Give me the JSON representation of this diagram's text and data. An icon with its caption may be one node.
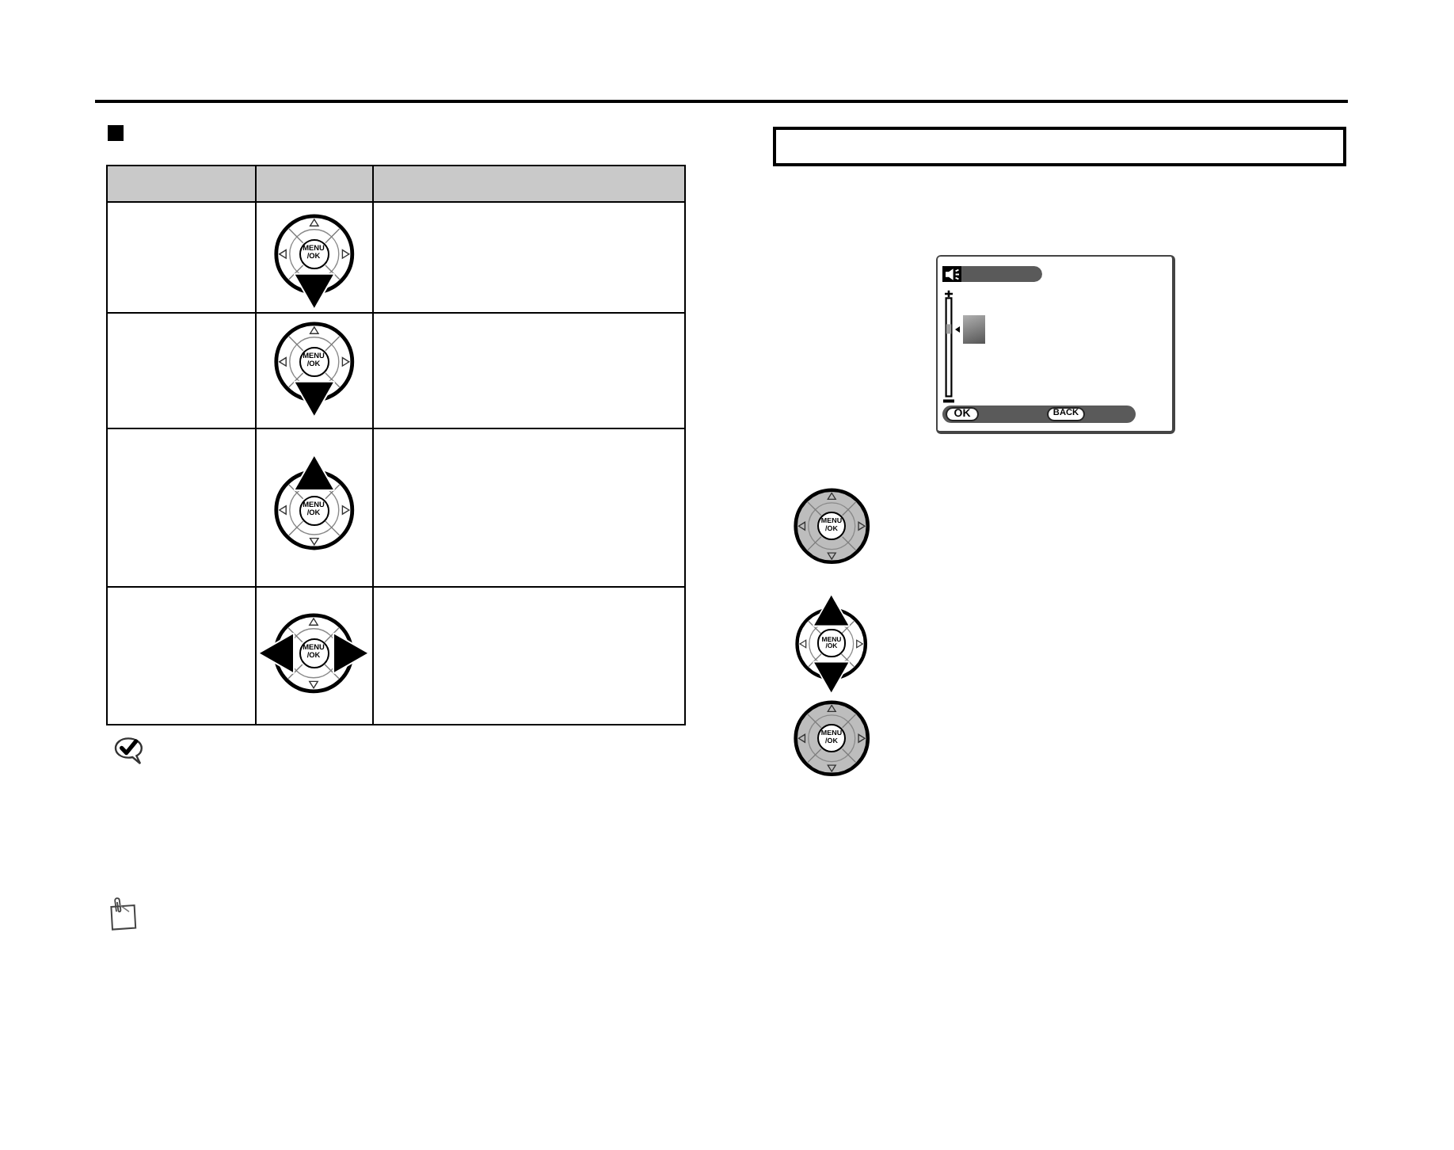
{
  "diagram": {
    "nodes": [
      {
        "text": [
          "MENU /OK"
        ]
      },
      {
        "text": [
          "MENU /OK"
        ]
      },
      {
        "text": [
          "MENU /OK"
        ]
      },
      {
        "text": [
          "MENU /OK"
        ]
      },
      {
        "text": [],
        "shape": "box"
      },
      {
        "text": [
          "OK"
        ]
      },
      {
        "text": [
          "BACK"
        ]
      },
      {
        "text": [
          "MENU /OK"
        ]
      },
      {
        "text": [
          "MENU /OK"
        ]
      },
      {
        "text": [
          "MENU /OK"
        ]
      }
    ]
  }
}
